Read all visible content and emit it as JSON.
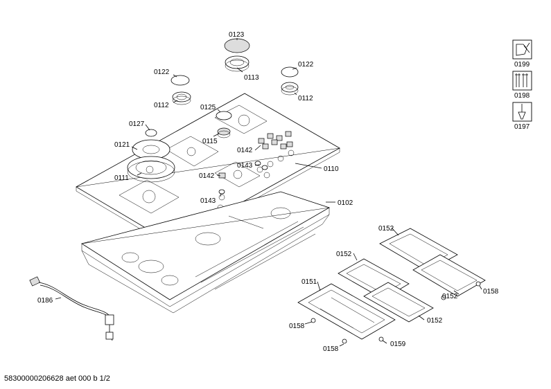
{
  "footer": {
    "doc_id": "58300000206628 aet 000 b 1/2"
  },
  "parts": {
    "p0123": "0123",
    "p0113": "0113",
    "p0122a": "0122",
    "p0122b": "0122",
    "p0112a": "0112",
    "p0112b": "0112",
    "p0125": "0125",
    "p0127": "0127",
    "p0115": "0115",
    "p0121": "0121",
    "p0111": "0111",
    "p0142a": "0142",
    "p0142b": "0142",
    "p0143a": "0143",
    "p0143b": "0143",
    "p0110": "0110",
    "p0102": "0102",
    "p0186": "0186",
    "p0152a": "0152",
    "p0152b": "0152",
    "p0152c": "0152",
    "p0152d": "0152",
    "p0151": "0151",
    "p0158a": "0158",
    "p0158b": "0158",
    "p0158c": "0158",
    "p0159": "0159"
  },
  "tools": {
    "t0199": "0199",
    "t0198": "0198",
    "t0197": "0197"
  }
}
